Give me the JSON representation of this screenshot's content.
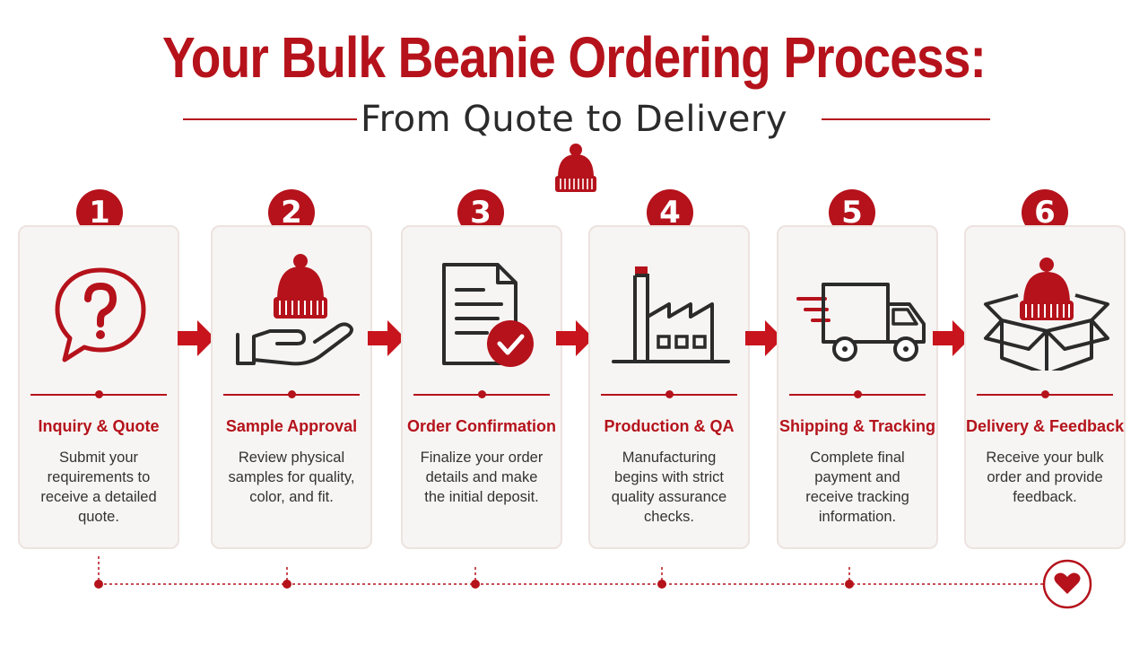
{
  "header": {
    "title": "Your Bulk Beanie Ordering Process:",
    "subtitle": "From Quote to Delivery"
  },
  "colors": {
    "accent": "#b5121b",
    "card_bg": "#f7f5f3",
    "card_border": "#ece3df",
    "text": "#333333"
  },
  "steps": [
    {
      "number": "1",
      "title": "Inquiry & Quote",
      "description": "Submit your requirements to receive a detailed quote.",
      "icon": "question-bubble-icon"
    },
    {
      "number": "2",
      "title": "Sample Approval",
      "description": "Review physical samples for quality, color, and fit.",
      "icon": "hand-beanie-icon"
    },
    {
      "number": "3",
      "title": "Order Confirmation",
      "description": "Finalize your order details and make the initial deposit.",
      "icon": "document-check-icon"
    },
    {
      "number": "4",
      "title": "Production & QA",
      "description": "Manufacturing begins with strict quality assurance checks.",
      "icon": "factory-icon"
    },
    {
      "number": "5",
      "title": "Shipping & Tracking",
      "description": "Complete final payment and receive tracking information.",
      "icon": "delivery-truck-icon"
    },
    {
      "number": "6",
      "title": "Delivery & Feedback",
      "description": "Receive your bulk order and provide feedback.",
      "icon": "box-beanie-icon"
    }
  ],
  "timeline_end_icon": "heart-icon"
}
